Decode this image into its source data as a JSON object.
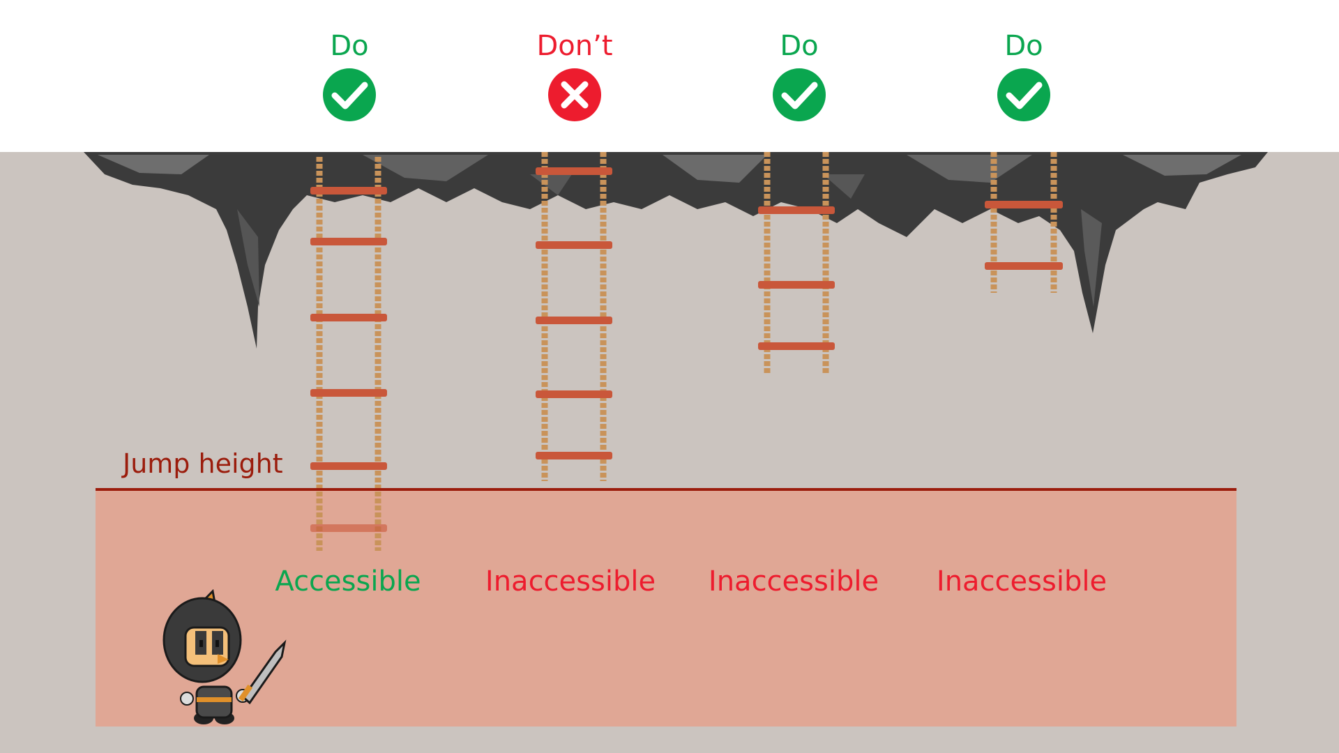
{
  "colors": {
    "do": "#0aa64f",
    "dont": "#ed1c2e",
    "accessible": "#0aa64f",
    "inaccessible": "#ed1c2e",
    "jump_line": "#9b1c0c",
    "zone": "#e0a795",
    "background": "#cbc4bf",
    "rock": "#3b3b3b",
    "rope": "#c9935a",
    "rung": "#c9573a"
  },
  "jump_height": {
    "label": "Jump height"
  },
  "ladders": [
    {
      "verdict": "Do",
      "verdict_kind": "do",
      "icon": "checkmark-circle-icon",
      "access": "Accessible",
      "access_kind": "accessible"
    },
    {
      "verdict": "Don’t",
      "verdict_kind": "dont",
      "icon": "cross-circle-icon",
      "access": "Inaccessible",
      "access_kind": "inaccessible"
    },
    {
      "verdict": "Do",
      "verdict_kind": "do",
      "icon": "checkmark-circle-icon",
      "access": "Inaccessible",
      "access_kind": "inaccessible"
    },
    {
      "verdict": "Do",
      "verdict_kind": "do",
      "icon": "checkmark-circle-icon",
      "access": "Inaccessible",
      "access_kind": "inaccessible"
    }
  ]
}
